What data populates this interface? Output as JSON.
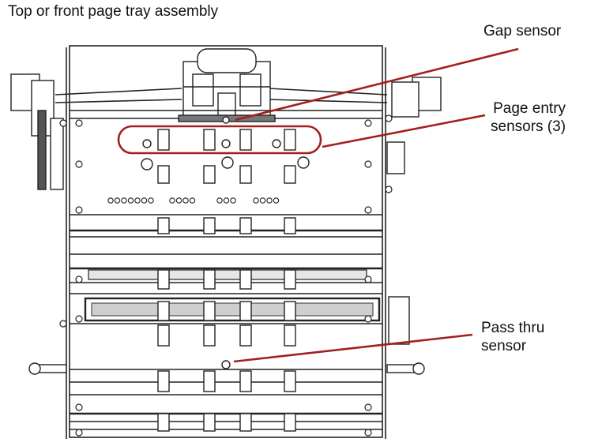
{
  "title": "Top or front page tray assembly",
  "callouts": {
    "gap_sensor": "Gap sensor",
    "page_entry_line1": "Page entry",
    "page_entry_line2": "sensors (3)",
    "pass_thru_line1": "Pass thru",
    "pass_thru_line2": "sensor"
  },
  "colors": {
    "callout_line": "#a31f1f",
    "drawing_line": "#222222",
    "drawing_fill": "#ffffff",
    "shade": "#cfcfcf",
    "dark_part": "#555555"
  }
}
